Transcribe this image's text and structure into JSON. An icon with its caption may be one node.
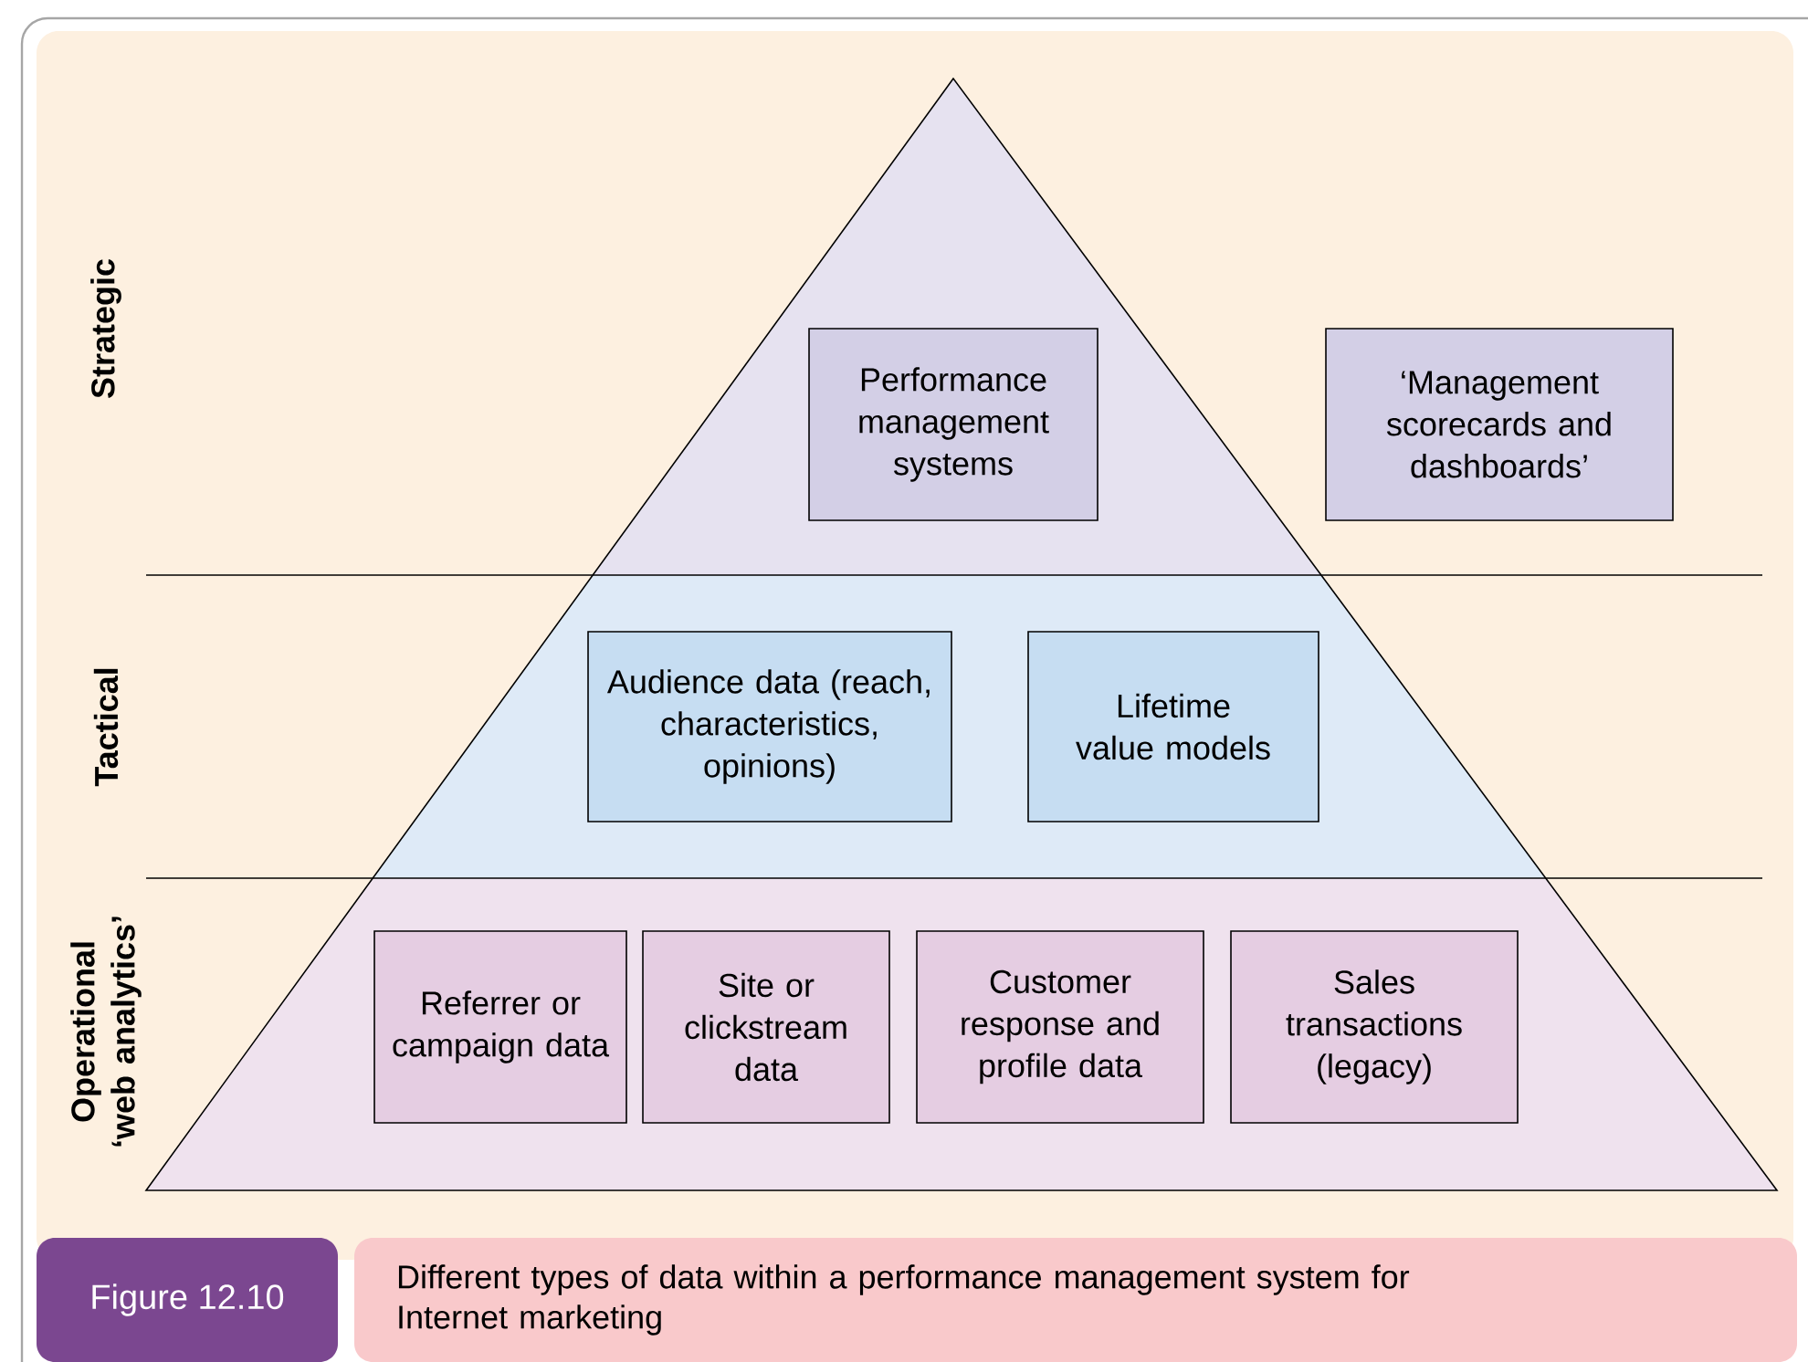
{
  "diagram": {
    "caption": "Different types of data within a performance management system for Internet marketing",
    "nodes": [
      {
        "text": [
          "Performance management systems"
        ]
      },
      {
        "text": [
          "‘Management scorecards and dashboards’"
        ]
      },
      {
        "text": [
          "Audience data (reach, characteristics, opinions)"
        ]
      },
      {
        "text": [
          "Lifetime value models"
        ]
      },
      {
        "text": [
          "Referrer or campaign data"
        ]
      },
      {
        "text": [
          "Site or clickstream data"
        ]
      },
      {
        "text": [
          "Customer response and profile data"
        ]
      },
      {
        "text": [
          "Sales transactions (legacy)"
        ]
      }
    ],
    "labels": [
      "Strategic",
      "Tactical",
      "Operational ‘web analytics’",
      "Figure 12.10"
    ]
  }
}
